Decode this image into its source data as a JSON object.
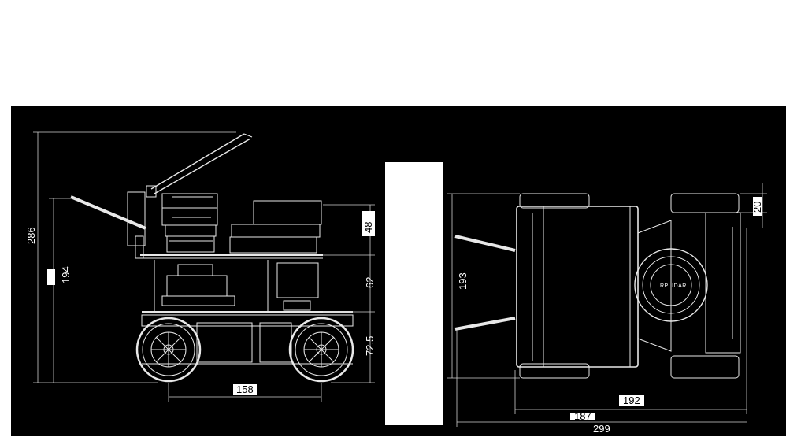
{
  "colors": {
    "background": "#000000",
    "page": "#ffffff",
    "line": "#e8e8e8",
    "dimension_line": "#cfcfcf",
    "label_box": "#ffffff"
  },
  "side_view": {
    "dim_overall_height": "286",
    "dim_body_height": "194",
    "dim_upper_deck": "48",
    "dim_mid_deck": "62",
    "dim_lower_deck": "72.5",
    "dim_wheelbase": "158"
  },
  "top_view": {
    "dim_width": "193",
    "dim_overall_length": "299",
    "dim_wheel_track": "192",
    "dim_body_length": "187",
    "dim_wheel_width": "20",
    "lidar_label": "RPLIDAR"
  }
}
